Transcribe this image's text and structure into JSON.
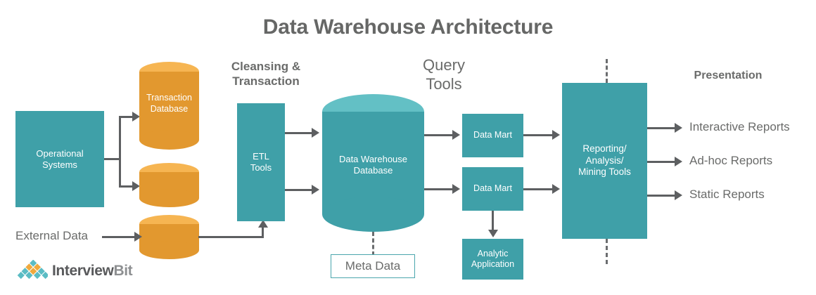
{
  "page": {
    "title": "Data Warehouse Architecture",
    "background": "#ffffff"
  },
  "colors": {
    "teal": "#3fa0a8",
    "teal_light": "#63c0c5",
    "orange": "#e2982f",
    "orange_light": "#f6b552",
    "gray_text": "#6a6b6a",
    "connector": "#5d5f61",
    "white": "#ffffff"
  },
  "section_labels": {
    "cleansing": "Cleansing &\nTransaction",
    "cleansing_line1": "Cleansing &",
    "cleansing_line2": "Transaction",
    "query_line1": "Query",
    "query_line2": "Tools",
    "presentation": "Presentation"
  },
  "nodes": {
    "operational_systems": {
      "line1": "Operational",
      "line2": "Systems",
      "shape": "rectangle",
      "fill": "#3fa0a8"
    },
    "transaction_database": {
      "line1": "Transaction",
      "line2": "Database",
      "shape": "cylinder",
      "fill": "#e2982f"
    },
    "source_cylinder_2": {
      "label": "",
      "shape": "cylinder",
      "fill": "#e2982f"
    },
    "source_cylinder_3": {
      "label": "",
      "shape": "cylinder",
      "fill": "#e2982f"
    },
    "external_data": {
      "label": "External Data",
      "shape": "text"
    },
    "etl_tools": {
      "line1": "ETL",
      "line2": "Tools",
      "shape": "rectangle",
      "fill": "#3fa0a8"
    },
    "data_warehouse_database": {
      "line1": "Data Warehouse",
      "line2": "Database",
      "shape": "cylinder",
      "fill": "#3fa0a8"
    },
    "meta_data": {
      "label": "Meta Data",
      "shape": "rectangle-outline",
      "fill": "#ffffff"
    },
    "data_mart_1": {
      "label": "Data Mart",
      "shape": "rectangle",
      "fill": "#3fa0a8"
    },
    "data_mart_2": {
      "label": "Data Mart",
      "shape": "rectangle",
      "fill": "#3fa0a8"
    },
    "analytic_application": {
      "line1": "Analytic",
      "line2": "Application",
      "shape": "rectangle",
      "fill": "#3fa0a8"
    },
    "reporting_tools": {
      "line1": "Reporting/",
      "line2": "Analysis/",
      "line3": "Mining Tools",
      "shape": "rectangle",
      "fill": "#3fa0a8"
    }
  },
  "outputs": [
    {
      "label": "Interactive Reports"
    },
    {
      "label": "Ad-hoc Reports"
    },
    {
      "label": "Static Reports"
    }
  ],
  "logo": {
    "name_part_1": "Interview",
    "name_part_2": "Bit",
    "mark": "diamond-pyramid"
  }
}
